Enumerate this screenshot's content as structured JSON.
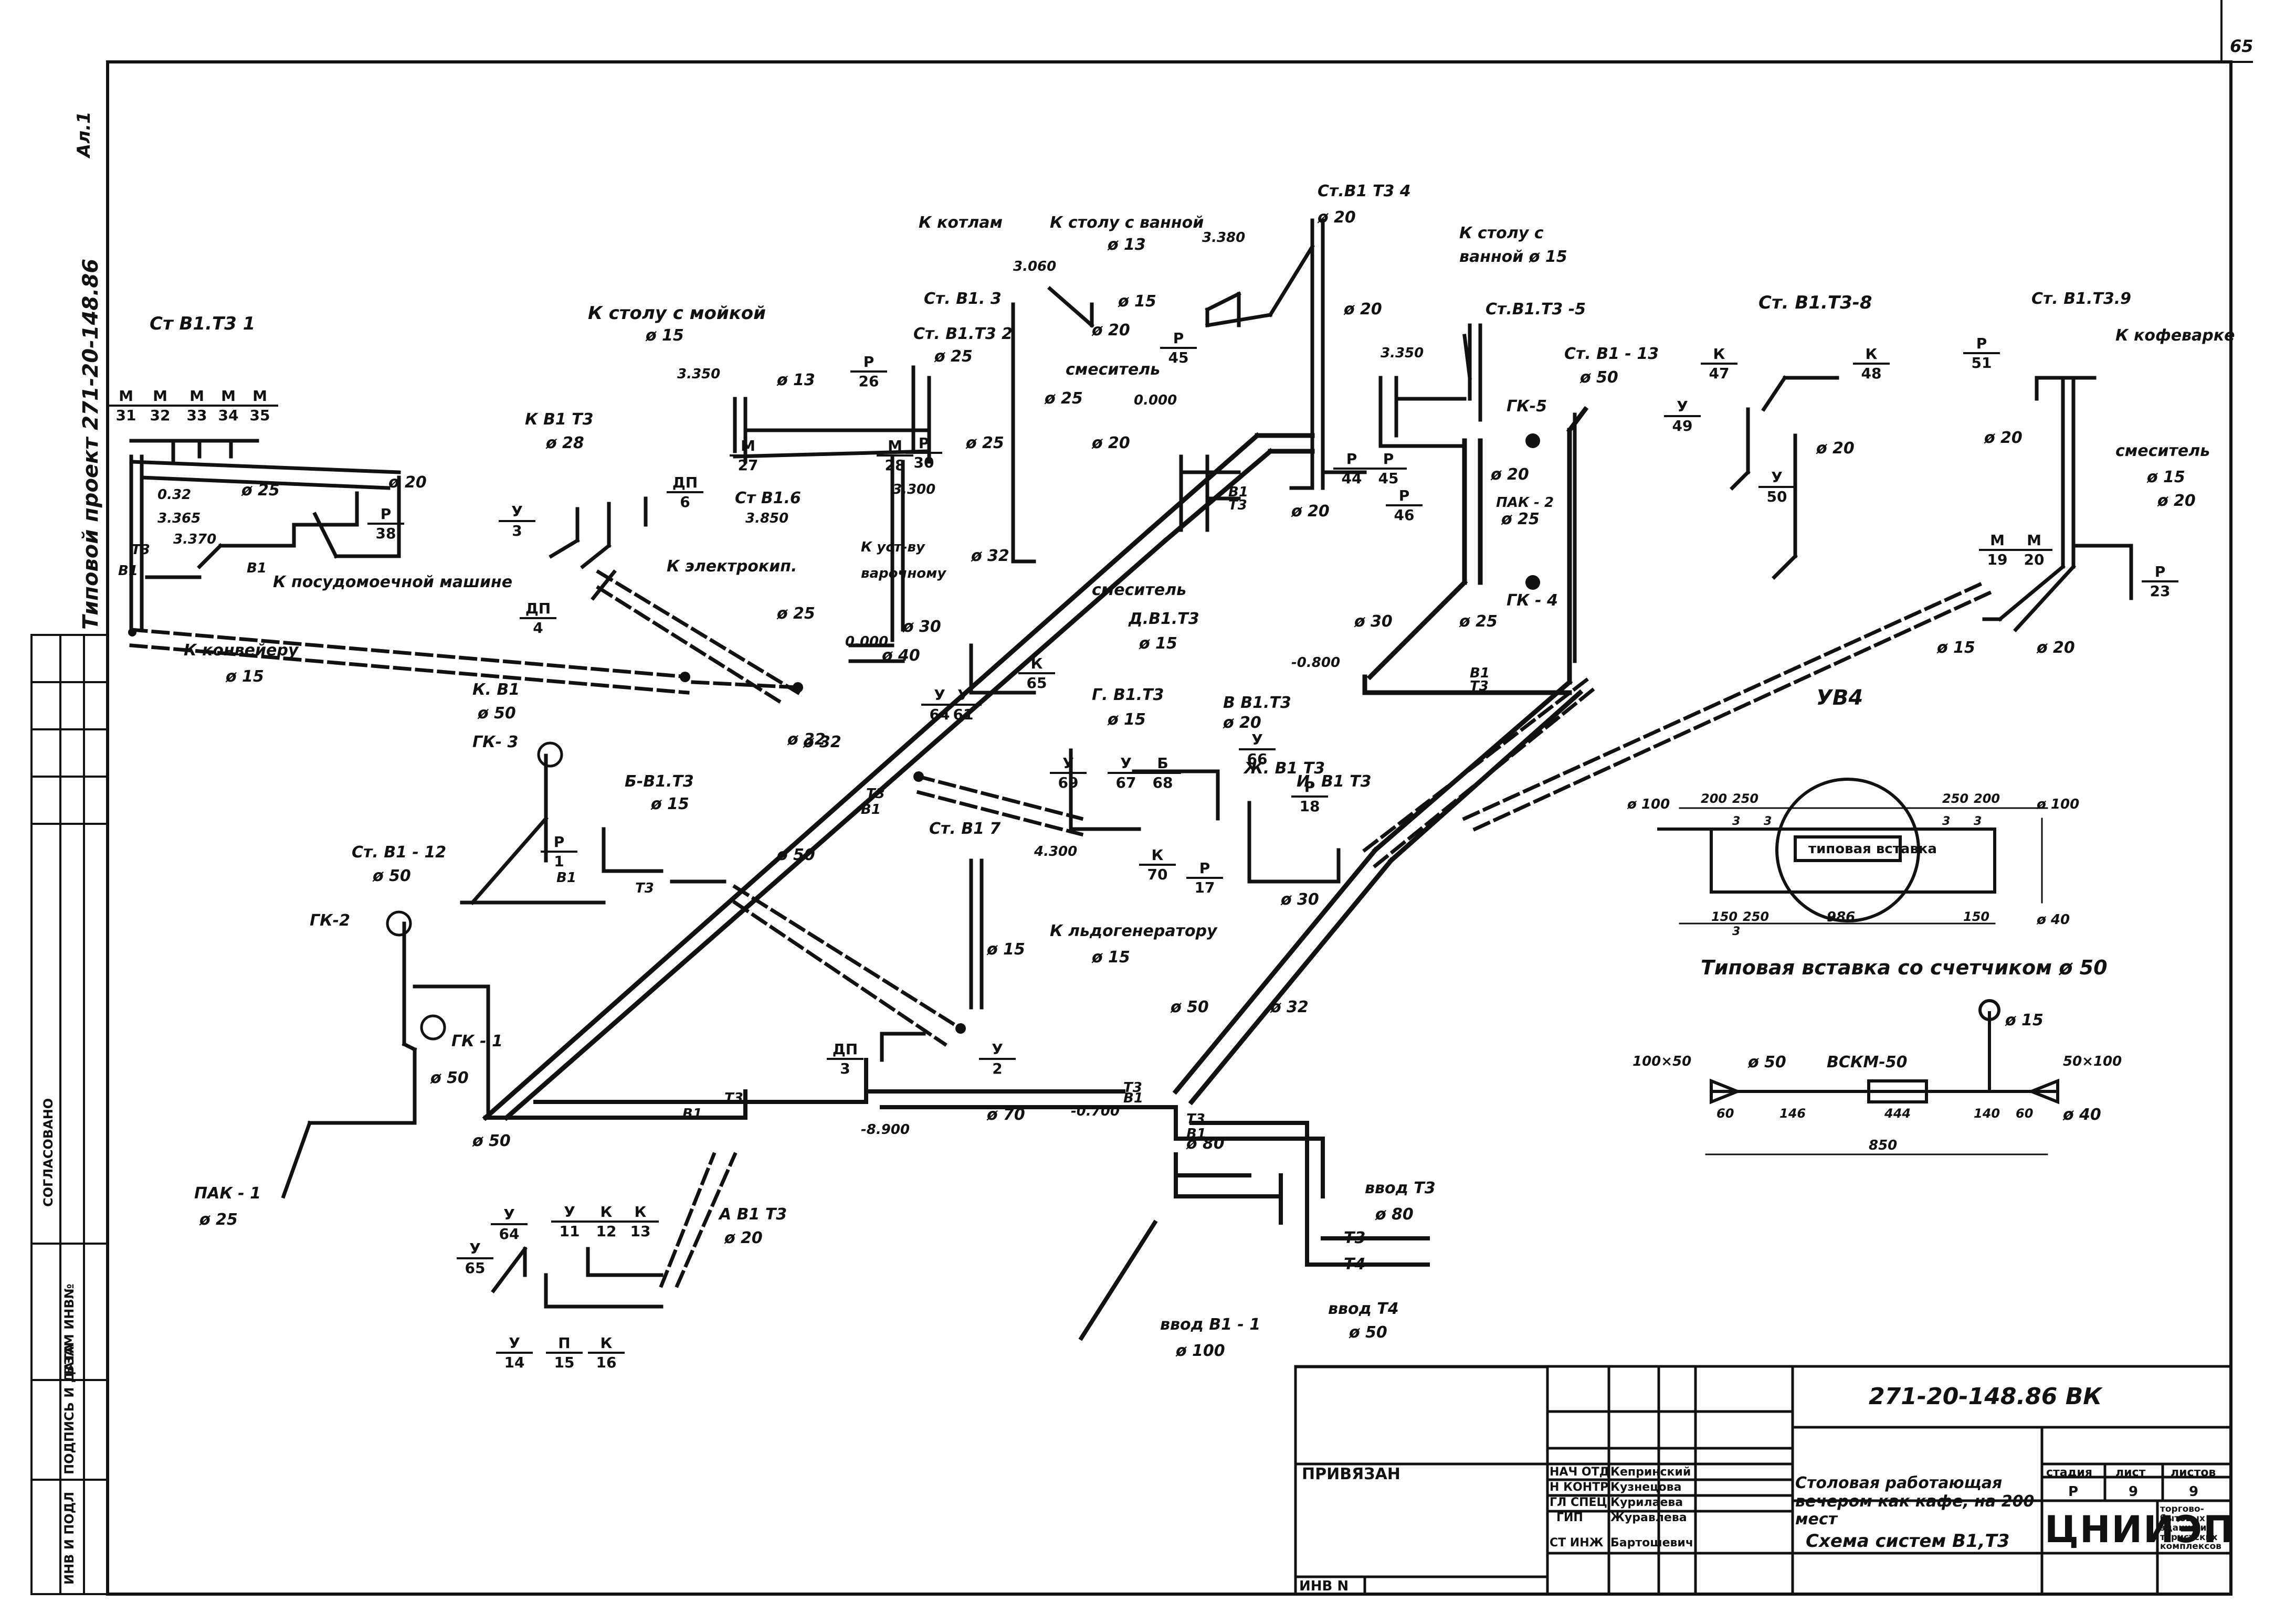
{
  "sheet": {
    "page_number": "65",
    "corner_mark": "Ал.1",
    "side_project": "Типовой проект 271-20-148.86"
  },
  "side_stamp": {
    "agreed": "СОГЛАСОВАНО",
    "inv_no": "ИНВ И ПОДЛ",
    "sign_date": "ПОДПИСЬ И ДАТА",
    "replace_inv": "ВЗАМ ИНВ№"
  },
  "title_block": {
    "doc_code": "271-20-148.86 ВК",
    "bound": "ПРИВЯЗАН",
    "inv_n": "ИНВ N",
    "staff": [
      {
        "role": "НАЧ ОТД",
        "name": "Кепринский"
      },
      {
        "role": "Н КОНТР",
        "name": "Кузнецова"
      },
      {
        "role": "ГЛ СПЕЦ",
        "name": "Курилаева"
      },
      {
        "role": "ГИП",
        "name": "Журавлева"
      },
      {
        "role": "СТ ИНЖ",
        "name": "Бартошевич"
      }
    ],
    "object_name": "Столовая работающая вечером как кафе, на 200 мест",
    "sheet_title": "Схема систем В1,Т3",
    "stage_label": "стадия",
    "sheet_label": "лист",
    "sheets_label": "листов",
    "stage": "Р",
    "sheet_no": "9",
    "sheets_total": "9",
    "org": "ЦНИИЭП",
    "org_sub": "торгово-бытовых зданий и туристских комплексов"
  },
  "labels": {
    "st_v1_t3_1": "Ст В1.Т3 1",
    "k_v1_t3": "К В1 Т3",
    "k_stolu_moikoi": "К столу с мойкой",
    "k_kotlam": "К котлам",
    "k_stolu_vannoi": "К столу с ванной",
    "st_v1_t3_4": "Ст.В1 Т3 4",
    "k_stolu_c": "К столу с",
    "vannoi_15": "ванной ø 15",
    "st_v1_3": "Ст. В1. 3",
    "st_v1_t3_2": "Ст. В1.Т3 2",
    "st_v1_t3_5": "Ст.В1.Т3 -5",
    "st_v1_13": "Ст. В1 - 13",
    "st_v1_t3_8": "Ст. В1.Т3-8",
    "st_v1_t3_9": "Ст. В1.Т3.9",
    "k_kofevarke": "К кофеварке",
    "smesitel": "смеситель",
    "smesitel_2": "смеситель",
    "smesitel_3": "смеситель",
    "k_posudomoechnoi": "К посудомоечной машине",
    "k_konveieru": "К конвейеру",
    "k_elektrokip": "К электрокип.",
    "k_ust_vu": "К уст-ву",
    "varochnomu": "варочному",
    "st_v1_6": "Ст В1.6",
    "d_v1_t3": "Д.В1.Т3",
    "g_v1_t3": "Г. В1.Т3",
    "v_v1_t3": "В В1.Т3",
    "zh_v1_t3": "Ж. В1 Т3",
    "i_v1_t3": "И. В1 Т3",
    "b_v1_t3": "Б-В1.Т3",
    "a_v1_t3": "А В1 Т3",
    "st_v1_7": "Ст. В1 7",
    "k_ldogeneratoru": "К льдогенератору",
    "k_v1": "К. В1",
    "gk_1": "ГК - 1",
    "gk_2": "ГК-2",
    "gk_3": "ГК- 3",
    "gk_4": "ГК - 4",
    "gk_5": "ГК-5",
    "pak_1": "ПАК - 1",
    "pak_2": "ПАК - 2",
    "st_v1_12": "Ст. В1 - 12",
    "vvod_v1_1": "ввод В1 - 1",
    "vvod_t3": "ввод Т3",
    "vvod_t4": "ввод Т4",
    "uv4": "УВ4",
    "insert_title": "Типовая вставка со счетчиком ø 50",
    "typical_insert": "типовая вставка",
    "vskm_50": "ВСКМ-50"
  },
  "diameters": {
    "d15": "ø 15",
    "d20": "ø 20",
    "d25": "ø 25",
    "d32": "ø 32",
    "d40": "ø 40",
    "d50": "ø 50",
    "d70": "ø 70",
    "d80": "ø 80",
    "d100": "ø 100",
    "d13": "ø 13",
    "d28": "ø 28",
    "d30": "ø 30"
  },
  "elevations": {
    "e3350": "3.350",
    "e3365": "3.365",
    "e3370": "3.370",
    "e032": "0.32",
    "e3850": "3.850",
    "e3300": "3.300",
    "e3060": "3.060",
    "e3380": "3.380",
    "e0000": "0.000",
    "e0800": "-0.800",
    "e4300": "4.300",
    "em8900": "-8.900",
    "em0700": "-0.700",
    "e0008": "0.000"
  },
  "fractions": [
    {
      "top": "М",
      "bottom": "31"
    },
    {
      "top": "М",
      "bottom": "32"
    },
    {
      "top": "М",
      "bottom": "33"
    },
    {
      "top": "М",
      "bottom": "34"
    },
    {
      "top": "М",
      "bottom": "35"
    },
    {
      "top": "Р",
      "bottom": "38"
    },
    {
      "top": "У",
      "bottom": "3"
    },
    {
      "top": "ДП",
      "bottom": "6"
    },
    {
      "top": "ДП",
      "bottom": "4"
    },
    {
      "top": "М",
      "bottom": "27"
    },
    {
      "top": "Р",
      "bottom": "26"
    },
    {
      "top": "М",
      "bottom": "28"
    },
    {
      "top": "Р",
      "bottom": "30"
    },
    {
      "top": "Р",
      "bottom": "45"
    },
    {
      "top": "Р",
      "bottom": "44"
    },
    {
      "top": "Р",
      "bottom": "45"
    },
    {
      "top": "Р",
      "bottom": "46"
    },
    {
      "top": "К",
      "bottom": "47"
    },
    {
      "top": "К",
      "bottom": "48"
    },
    {
      "top": "У",
      "bottom": "49"
    },
    {
      "top": "У",
      "bottom": "50"
    },
    {
      "top": "Р",
      "bottom": "51"
    },
    {
      "top": "М",
      "bottom": "19"
    },
    {
      "top": "М",
      "bottom": "20"
    },
    {
      "top": "Р",
      "bottom": "23"
    },
    {
      "top": "К",
      "bottom": "65"
    },
    {
      "top": "У",
      "bottom": "64"
    },
    {
      "top": "У",
      "bottom": "61"
    },
    {
      "top": "У",
      "bottom": "69"
    },
    {
      "top": "У",
      "bottom": "67"
    },
    {
      "top": "Б",
      "bottom": "68"
    },
    {
      "top": "У",
      "bottom": "66"
    },
    {
      "top": "К",
      "bottom": "70"
    },
    {
      "top": "Р",
      "bottom": "18"
    },
    {
      "top": "Р",
      "bottom": "17"
    },
    {
      "top": "Р",
      "bottom": "1"
    },
    {
      "top": "ДП",
      "bottom": "3"
    },
    {
      "top": "У",
      "bottom": "2"
    },
    {
      "top": "У",
      "bottom": "64"
    },
    {
      "top": "У",
      "bottom": "65"
    },
    {
      "top": "У",
      "bottom": "11"
    },
    {
      "top": "К",
      "bottom": "12"
    },
    {
      "top": "К",
      "bottom": "13"
    },
    {
      "top": "У",
      "bottom": "14"
    },
    {
      "top": "П",
      "bottom": "15"
    },
    {
      "top": "К",
      "bottom": "16"
    }
  ],
  "pipe_marks": {
    "b1": "В1",
    "t3": "Т3",
    "t4": "Т4"
  },
  "insert_dims": [
    "200",
    "250",
    "250",
    "200",
    "150",
    "250",
    "986",
    "150",
    "3",
    "3",
    "3",
    "3",
    "3"
  ],
  "meter_dims": [
    "100×50",
    "60",
    "146",
    "444",
    "140",
    "60",
    "850",
    "50×100"
  ],
  "colors": {
    "ink": "#111111",
    "paper": "#ffffff"
  }
}
